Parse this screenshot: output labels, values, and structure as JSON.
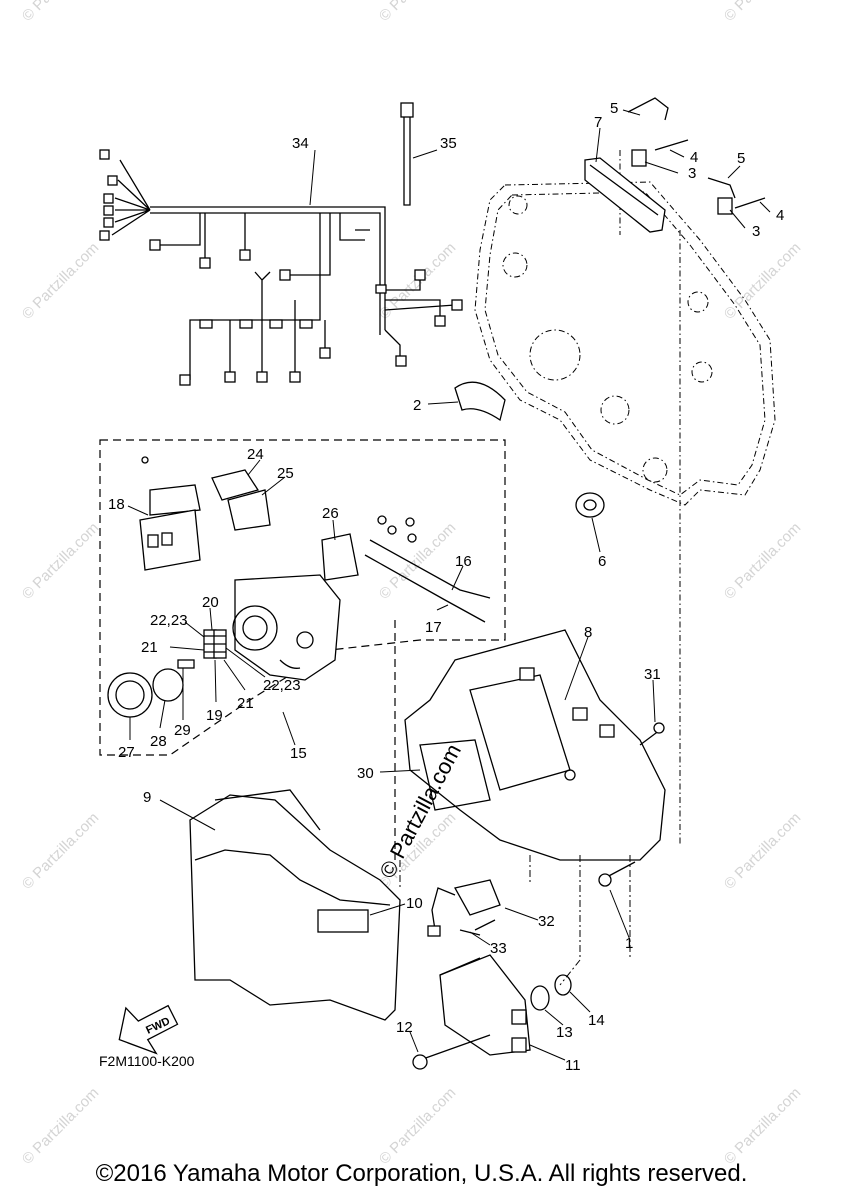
{
  "diagram": {
    "code": "F2M1100-K200",
    "fwd_label": "FWD",
    "watermark": "© Partzilla.com",
    "center_watermark": "© Partzilla.com",
    "callouts": {
      "c1": "1",
      "c2": "2",
      "c3a": "3",
      "c3b": "3",
      "c4a": "4",
      "c4b": "4",
      "c5a": "5",
      "c5b": "5",
      "c6": "6",
      "c7": "7",
      "c8": "8",
      "c9": "9",
      "c10": "10",
      "c11": "11",
      "c12": "12",
      "c13": "13",
      "c14": "14",
      "c15": "15",
      "c16": "16",
      "c17": "17",
      "c18": "18",
      "c19": "19",
      "c20": "20",
      "c21a": "21",
      "c21b": "21",
      "c22a": "22,23",
      "c22b": "22,23",
      "c24": "24",
      "c25": "25",
      "c26": "26",
      "c27": "27",
      "c28": "28",
      "c29": "29",
      "c30": "30",
      "c31": "31",
      "c32": "32",
      "c33": "33",
      "c34": "34",
      "c35": "35"
    }
  },
  "footer": {
    "copyright": "©2016 Yamaha Motor Corporation, U.S.A. All rights reserved."
  }
}
